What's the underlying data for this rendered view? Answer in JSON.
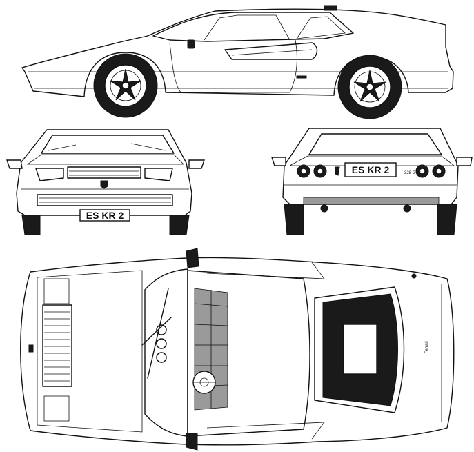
{
  "views": {
    "side": {},
    "front": {
      "plate": "ES KR 2"
    },
    "rear": {
      "plate": "ES KR 2",
      "badge": "328 GTS"
    },
    "top": {
      "script": "Ferrari"
    }
  },
  "colors": {
    "line": "#111111",
    "fill_dark": "#1a1a1a",
    "fill_mid": "#9a9a9a",
    "background": "#ffffff"
  },
  "icons": [
    "prancing-horse-badge-icon",
    "wheel-rim-icon",
    "steering-wheel-icon"
  ]
}
